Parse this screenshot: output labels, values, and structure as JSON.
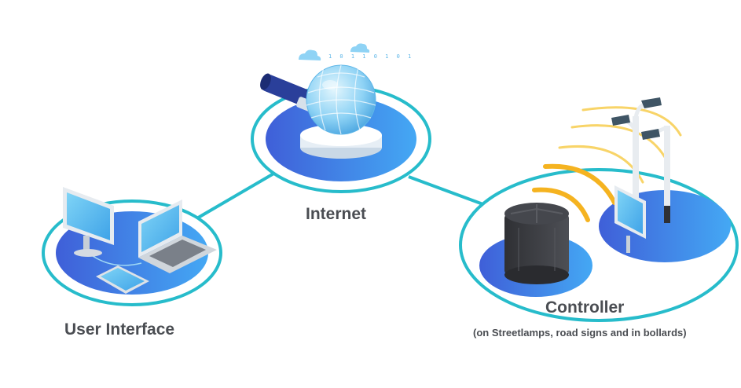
{
  "labels": {
    "internet": "Internet",
    "user_interface": "User Interface",
    "controller": "Controller",
    "controller_note": "(on Streetlamps, road signs and in bollards)"
  },
  "globe_digits": "1 0 1 1 0 1 0 1",
  "colors": {
    "ring": "#27bccb",
    "disc_dark": "#3f5fd8",
    "disc_light": "#44a8f4",
    "label": "#4a4d52",
    "signal": "#f5b320",
    "globe": "#8fd3f5",
    "hardware": "#3a3b3f"
  },
  "icons": [
    "globe-icon",
    "desktop-monitor-icon",
    "laptop-icon",
    "smartphone-icon",
    "controller-device-icon",
    "streetlamp-icon",
    "road-sign-icon",
    "wireless-signal-icon"
  ]
}
